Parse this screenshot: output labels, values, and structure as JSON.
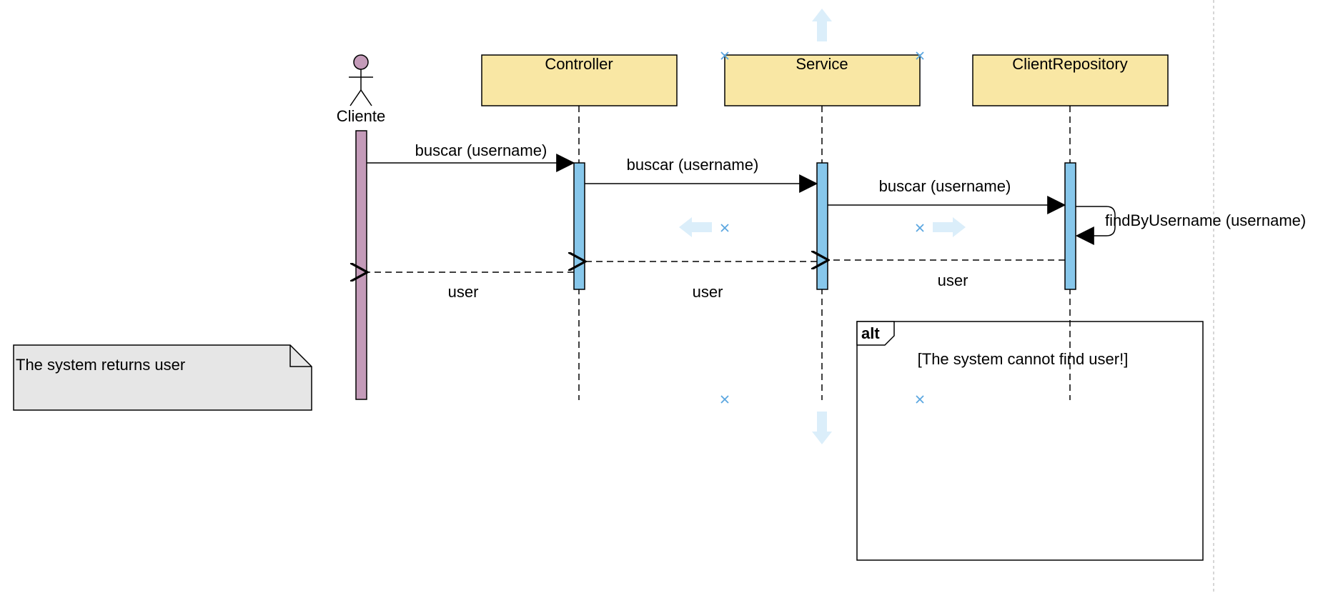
{
  "colors": {
    "participant_fill": "#f9e7a4",
    "activation_fill": "#87c7eb",
    "actor_fill": "#c49bb9",
    "note_fill": "#e6e6e6",
    "handle_color": "#5aa6e0",
    "handle_arrow_color": "#dbeefa",
    "page_border": "#c8c8c8"
  },
  "actor": {
    "label": "Cliente",
    "icon": "stick-figure-icon"
  },
  "participants": [
    {
      "label": "Controller"
    },
    {
      "label": "Service"
    },
    {
      "label": "ClientRepository"
    }
  ],
  "messages": [
    {
      "label": "buscar (username)",
      "from": "Cliente",
      "to": "Controller",
      "kind": "sync"
    },
    {
      "label": "buscar (username)",
      "from": "Controller",
      "to": "Service",
      "kind": "sync"
    },
    {
      "label": "buscar (username)",
      "from": "Service",
      "to": "ClientRepository",
      "kind": "sync"
    },
    {
      "label": "findByUsername (username)",
      "from": "ClientRepository",
      "to": "ClientRepository",
      "kind": "self"
    },
    {
      "label": "user",
      "from": "ClientRepository",
      "to": "Service",
      "kind": "return"
    },
    {
      "label": "user",
      "from": "Service",
      "to": "Controller",
      "kind": "return"
    },
    {
      "label": "user",
      "from": "Controller",
      "to": "Cliente",
      "kind": "return"
    }
  ],
  "note": {
    "text": "The system returns user"
  },
  "fragment": {
    "operator": "alt",
    "guard": "[The system cannot find user!]"
  },
  "selection_handles": {
    "corner_icon": "resize-handle-icon",
    "arrow_icon": "clone-arrow-icon"
  }
}
